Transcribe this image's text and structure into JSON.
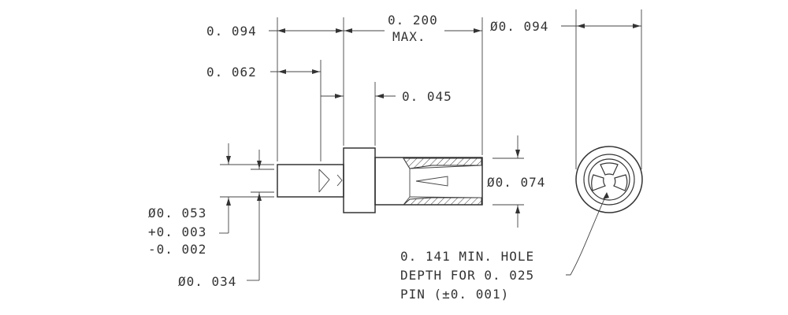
{
  "drawing": {
    "dims": {
      "d_0094_left": "0. 094",
      "d_0062": "0. 062",
      "d_0200": "0. 200",
      "d_max": "MAX.",
      "d_0045": "0. 045",
      "d_dia_0094": "Ø0. 094",
      "d_dia_0074": "Ø0. 074",
      "d_dia_0053": "Ø0. 053",
      "d_tol_plus": "+0. 003",
      "d_tol_minus": "-0. 002",
      "d_dia_0034": "Ø0. 034"
    },
    "note": {
      "line1": "0. 141 MIN. HOLE",
      "line2": "DEPTH FOR 0. 025",
      "line3": "PIN (±0. 001)"
    },
    "colors": {
      "line": "#333333",
      "background": "#ffffff"
    }
  }
}
